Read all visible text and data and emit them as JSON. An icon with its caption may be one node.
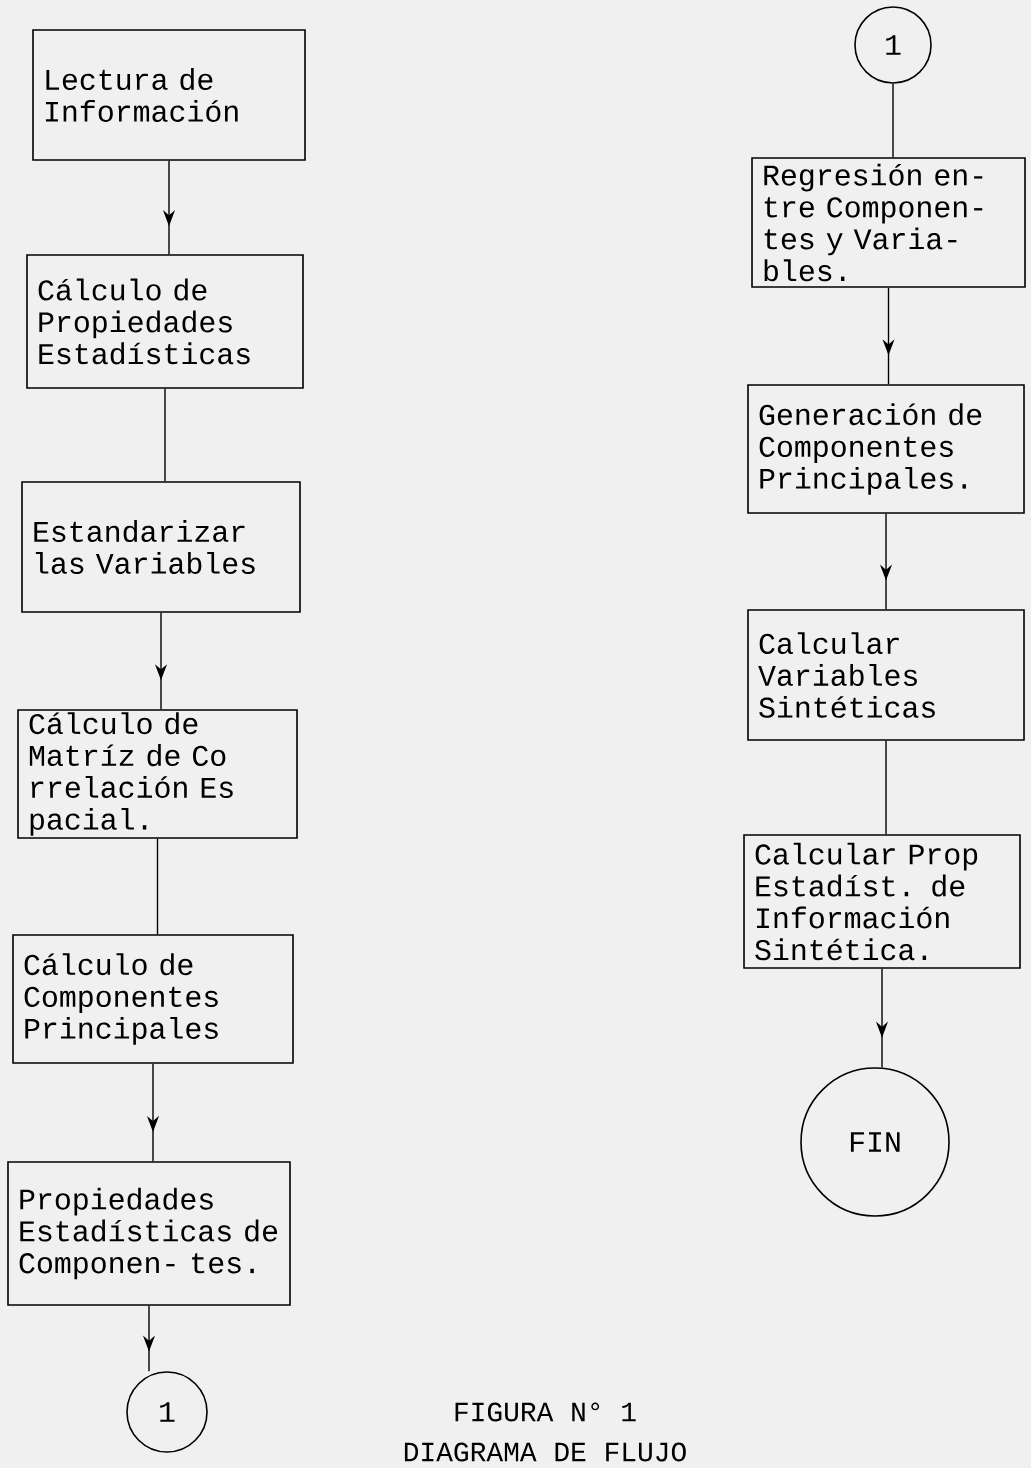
{
  "diagram": {
    "nodes": [
      {
        "text": [
          "Lectura de Información"
        ]
      },
      {
        "text": [
          "Cálculo de Propiedades Estadísticas"
        ]
      },
      {
        "text": [
          "Estandarizar las Variables"
        ]
      },
      {
        "text": [
          "Cálculo de Matríz de Co rrelación Es pacial."
        ]
      },
      {
        "text": [
          "Cálculo de Componentes Principales"
        ]
      },
      {
        "text": [
          "Propiedades Estadísticas de Componen- tes."
        ]
      },
      {
        "text": [
          "1"
        ]
      },
      {
        "text": [
          "1"
        ]
      },
      {
        "text": [
          "Regresión en- tre Componen- tes y Varia- bles."
        ]
      },
      {
        "text": [
          "Generación de Componentes Principales."
        ]
      },
      {
        "text": [
          "Calcular Variables Sintéticas"
        ]
      },
      {
        "text": [
          "Calcular Prop Estadíst. de Información Sintética."
        ]
      },
      {
        "text": [
          "FIN"
        ]
      }
    ],
    "edges": [
      {
        "from": 0,
        "to": 1,
        "arrow": "to"
      },
      {
        "from": 1,
        "to": 2,
        "arrow": "none"
      },
      {
        "from": 2,
        "to": 3,
        "arrow": "to"
      },
      {
        "from": 3,
        "to": 4,
        "arrow": "none"
      },
      {
        "from": 4,
        "to": 5,
        "arrow": "to"
      },
      {
        "from": 5,
        "to": 6,
        "arrow": "to"
      },
      {
        "from": 7,
        "to": 8,
        "arrow": "none"
      },
      {
        "from": 8,
        "to": 9,
        "arrow": "to"
      },
      {
        "from": 9,
        "to": 10,
        "arrow": "to"
      },
      {
        "from": 10,
        "to": 11,
        "arrow": "none"
      },
      {
        "from": 11,
        "to": 12,
        "arrow": "to"
      }
    ],
    "labels": [
      "FIGURA N° 1",
      "DIAGRAMA DE FLUJO"
    ]
  }
}
